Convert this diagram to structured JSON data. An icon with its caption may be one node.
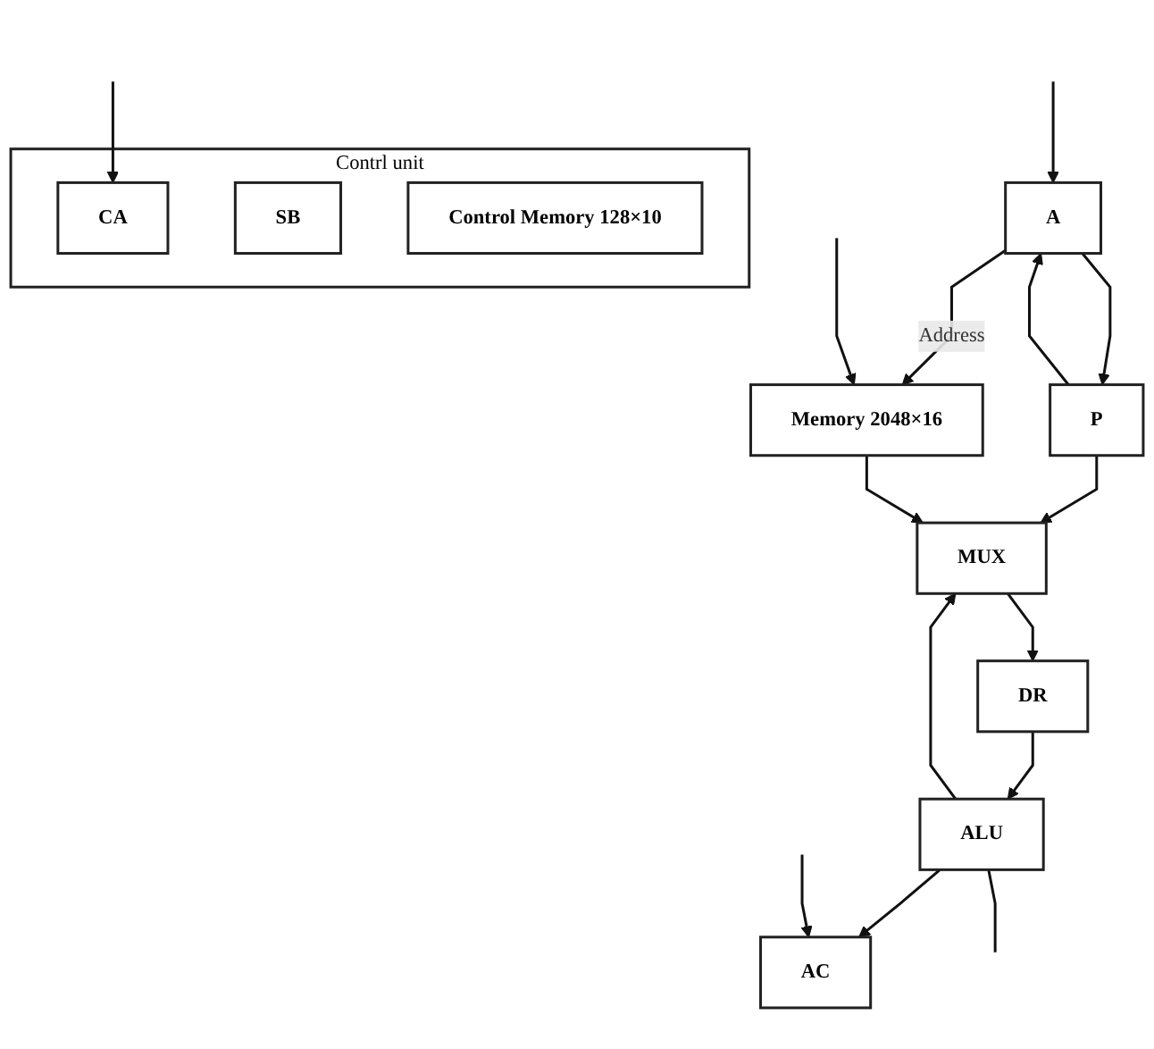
{
  "diagram": {
    "nodes": [
      {
        "text": [
          "A"
        ]
      },
      {
        "text": [
          "Memory 2048×16"
        ]
      },
      {
        "text": [
          "P"
        ]
      },
      {
        "text": [
          "MUX"
        ]
      },
      {
        "text": [
          "DR"
        ]
      },
      {
        "text": [
          "ALU"
        ]
      },
      {
        "text": [
          "AC"
        ]
      },
      {
        "text": [
          "Contrl unit"
        ]
      },
      {
        "text": [
          "CA"
        ],
        "in": 7
      },
      {
        "text": [
          "SB"
        ],
        "in": 7
      },
      {
        "text": [
          "Control Memory 128×10"
        ],
        "in": 7
      }
    ],
    "edges": [
      {
        "from": null,
        "to": 0,
        "arrow": "to"
      },
      {
        "from": 2,
        "to": 0,
        "arrow": "to"
      },
      {
        "from": 0,
        "to": 2,
        "arrow": "to"
      },
      {
        "from": 0,
        "to": 1,
        "label": "Address",
        "arrow": "to"
      },
      {
        "from": null,
        "to": 1,
        "arrow": "to"
      },
      {
        "from": 2,
        "to": 3,
        "arrow": "to"
      },
      {
        "from": 1,
        "to": 3,
        "arrow": "to"
      },
      {
        "from": 5,
        "to": 3,
        "arrow": "to"
      },
      {
        "from": 3,
        "to": 4,
        "arrow": "to"
      },
      {
        "from": 4,
        "to": 5,
        "arrow": "to"
      },
      {
        "from": 5,
        "to": 6,
        "arrow": "to"
      },
      {
        "from": null,
        "to": 6,
        "arrow": "to"
      },
      {
        "from": null,
        "to": 8,
        "arrow": "to"
      },
      {
        "from": 5,
        "to": null,
        "arrow": "none"
      }
    ]
  }
}
